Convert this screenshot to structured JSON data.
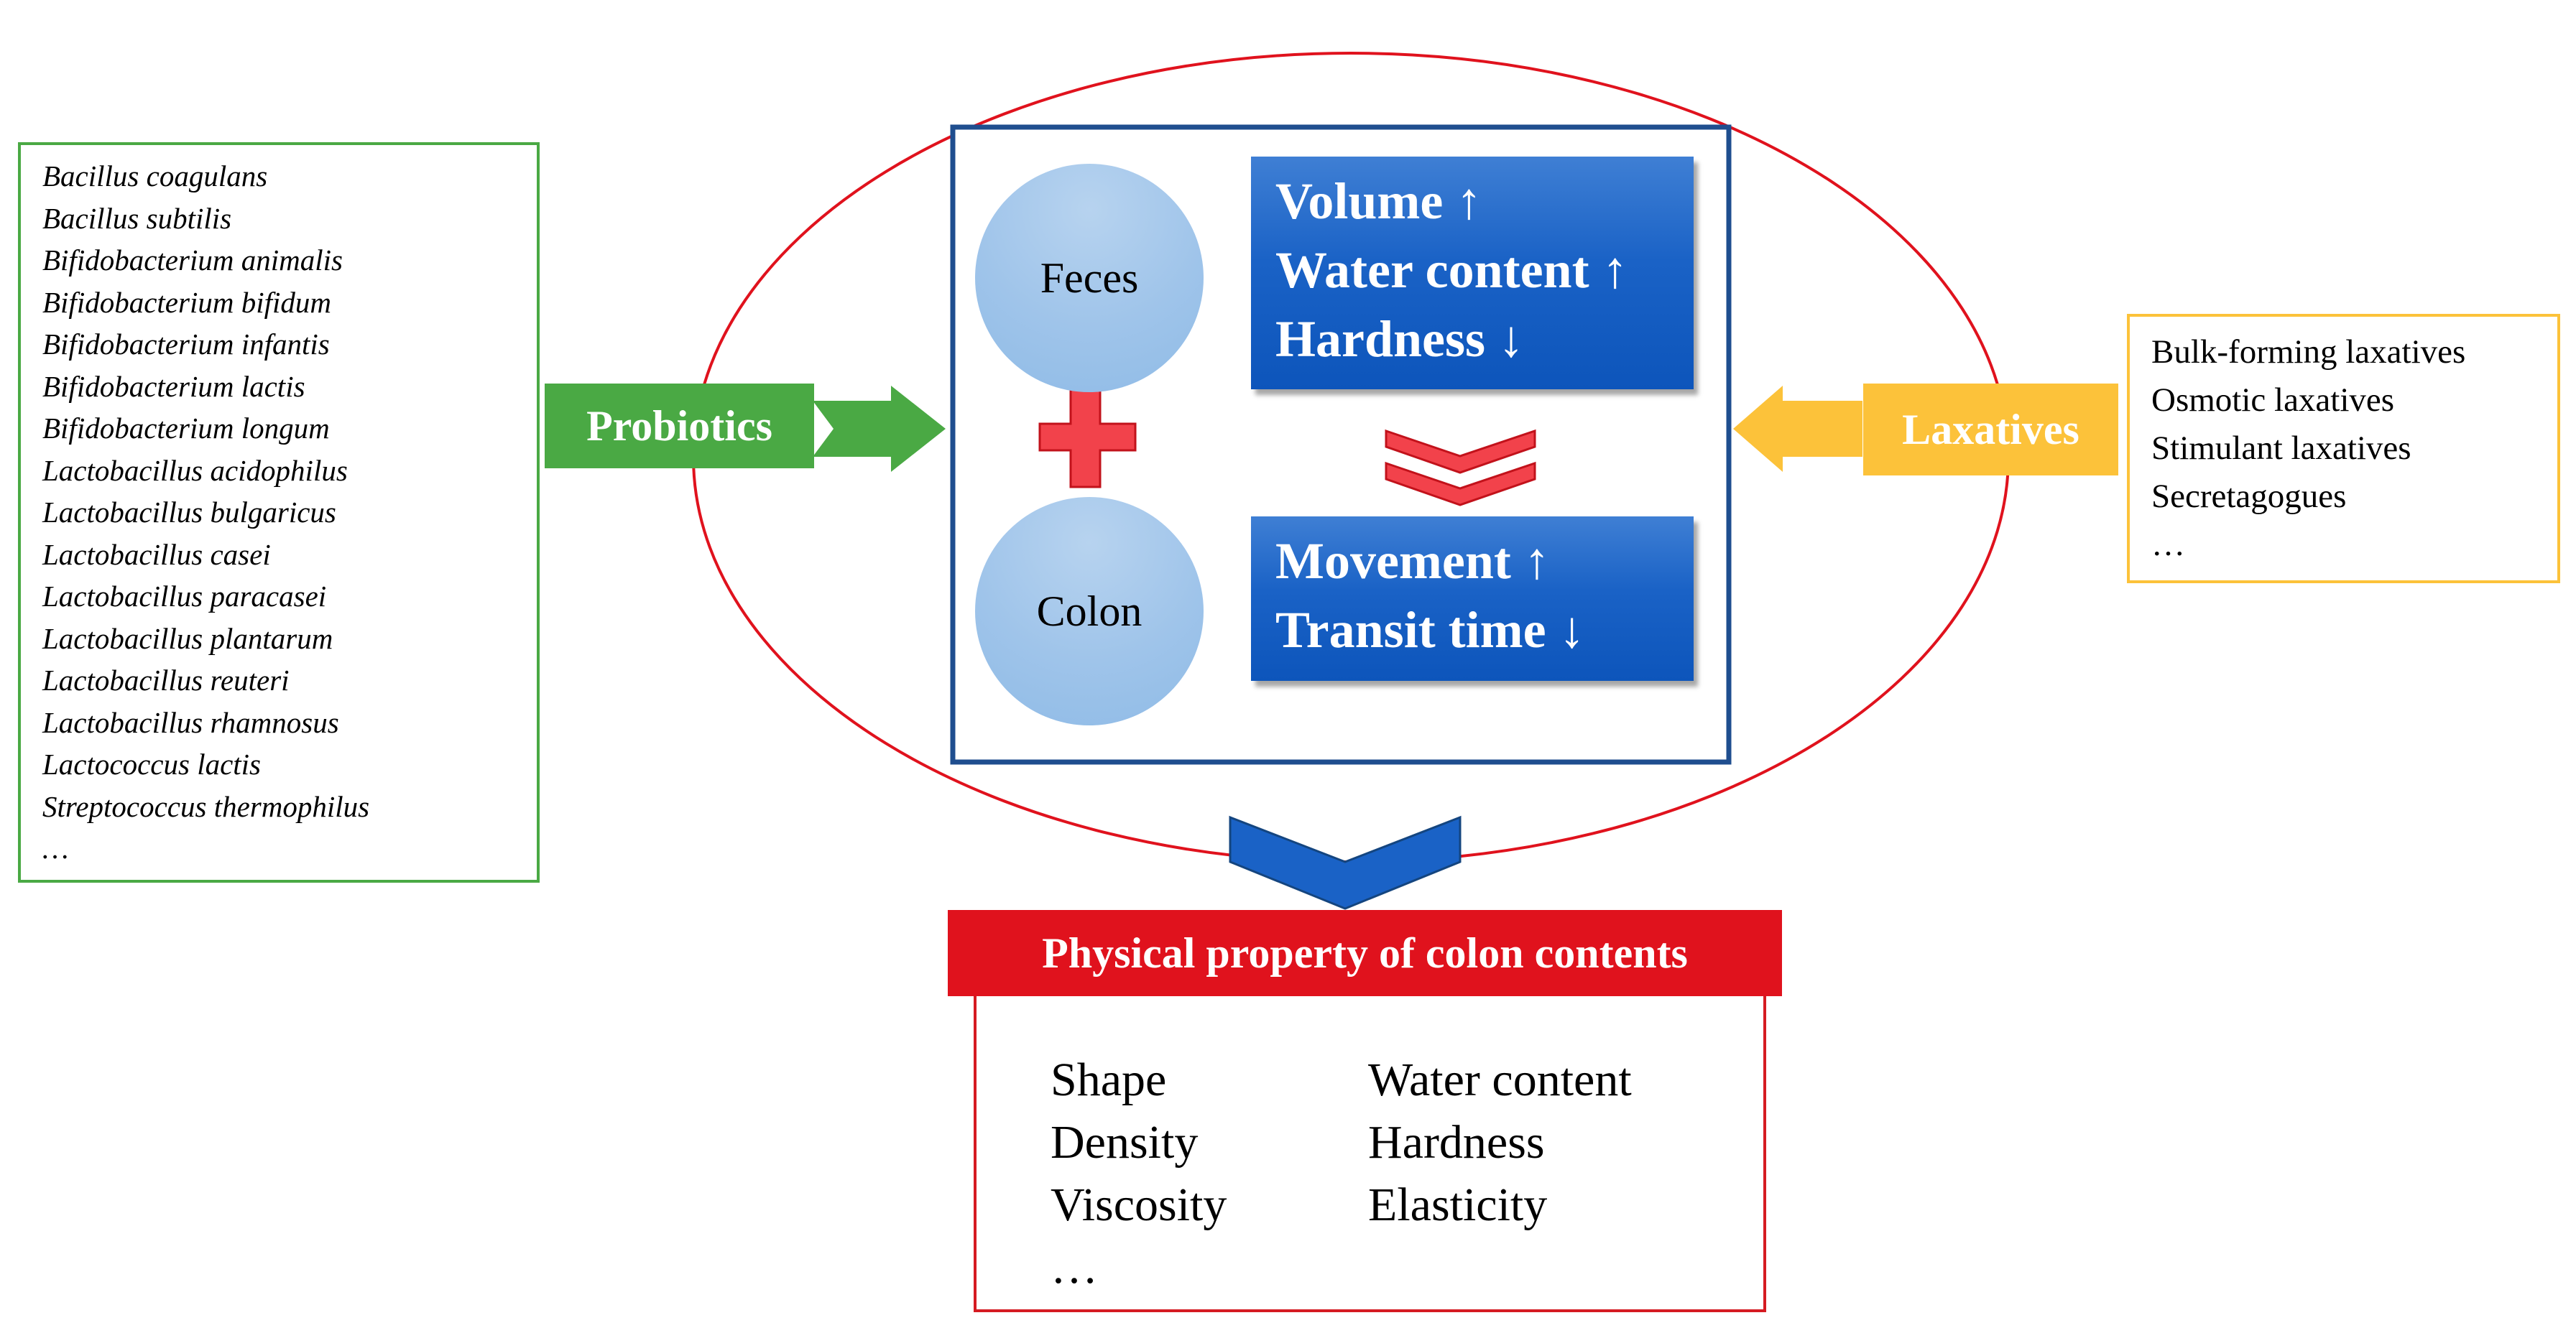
{
  "probiotics": {
    "label": "Probiotics",
    "items": [
      "Bacillus coagulans",
      "Bacillus subtilis",
      "Bifidobacterium animalis",
      "Bifidobacterium bifidum",
      "Bifidobacterium infantis",
      "Bifidobacterium lactis",
      "Bifidobacterium longum",
      "Lactobacillus acidophilus",
      "Lactobacillus bulgaricus",
      "Lactobacillus casei",
      "Lactobacillus paracasei",
      "Lactobacillus plantarum",
      "Lactobacillus reuteri",
      "Lactobacillus rhamnosus",
      "Lactococcus lactis",
      "Streptococcus thermophilus",
      "…"
    ]
  },
  "laxatives": {
    "label": "Laxatives",
    "items": [
      "Bulk-forming laxatives",
      "Osmotic laxatives",
      "Stimulant laxatives",
      "Secretagogues",
      "…"
    ]
  },
  "center": {
    "feces": "Feces",
    "colon": "Colon",
    "feces_effects": [
      "Volume ↑",
      "Water content ↑",
      "Hardness ↓"
    ],
    "colon_effects": [
      "Movement ↑",
      "Transit time ↓"
    ]
  },
  "result": {
    "title": "Physical property of colon contents",
    "left_column": [
      "Shape",
      "Density",
      "Viscosity",
      "…"
    ],
    "right_column": [
      "Water content",
      "Hardness",
      "Elasticity"
    ]
  },
  "colors": {
    "probiotics_green": "#4aa944",
    "laxatives_yellow": "#fcc23a",
    "ellipse_red": "#e0121d",
    "frame_blue": "#1f4e8f",
    "box_blue": "#1a62c6",
    "circle_blue": "#9fc4ea"
  }
}
